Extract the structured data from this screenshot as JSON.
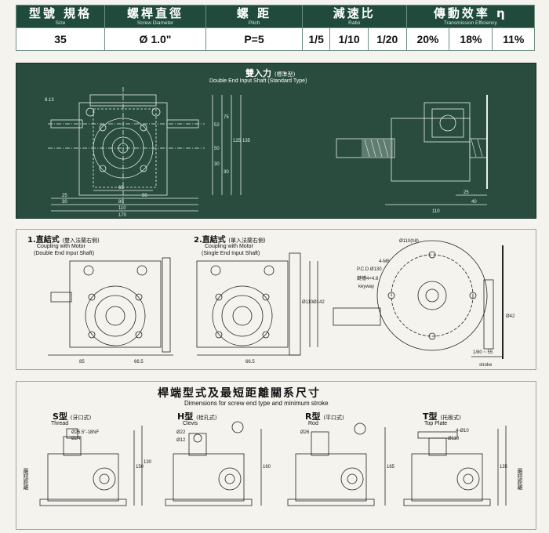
{
  "spec_table": {
    "headers": [
      {
        "zh": "型號 規格",
        "en": "Size",
        "span": 1
      },
      {
        "zh": "螺桿直徑",
        "en": "Screw Diameter",
        "span": 1
      },
      {
        "zh": "螺 距",
        "en": "Pitch",
        "span": 1
      },
      {
        "zh": "減速比",
        "en": "Ratio",
        "span": 3
      },
      {
        "zh": "傳動效率 η",
        "en": "Transmission Efficiency",
        "span": 3
      }
    ],
    "values": [
      "35",
      "Ø 1.0\"",
      "P=5",
      "1/5",
      "1/10",
      "1/20",
      "20%",
      "18%",
      "11%"
    ]
  },
  "double_input": {
    "title_zh": "雙入力",
    "title_zh_sub": "(標準型)",
    "title_en": "Double End Input Shaft (Standard Type)",
    "dims": {
      "front_bottom": [
        "25",
        "30",
        "80",
        "110",
        "170"
      ],
      "front_inner": [
        "66",
        "90"
      ],
      "front_right": [
        "52",
        "75",
        "125",
        "135",
        "30",
        "30",
        "50"
      ],
      "side_bottom": [
        "110",
        "25",
        "40"
      ],
      "label_ext": "8.13"
    }
  },
  "coupling_1": {
    "num": "1.",
    "title_zh": "直結式",
    "title_zh_sub": "(雙入法蘭右側)",
    "title_en_1": "Coupling with Motor",
    "title_en_2": "(Double End Input Shaft)",
    "dims": [
      "85",
      "66.5"
    ]
  },
  "coupling_2": {
    "num": "2.",
    "title_zh": "直結式",
    "title_zh_sub": "(單入法蘭右側)",
    "title_en_1": "Coupling with Motor",
    "title_en_2": "(Single End Input Shaft)",
    "dims": [
      "66.5",
      "Ø110",
      "Ø142"
    ]
  },
  "flange_view": {
    "labels": [
      "Ø110(h8)",
      "4-M6",
      "P.C.D Ø130",
      "鍵槽4×4.8",
      "keyway",
      "Ø42",
      "1/80 ~ 55",
      "stroke"
    ]
  },
  "screw_end": {
    "title_zh": "桿端型式及最短距離關系尺寸",
    "title_en": "Dimensions for screw end type and minimum stroke",
    "types": [
      {
        "letter": "S",
        "zh": "型",
        "sub": "(牙口式)",
        "en": "Thread",
        "dims": [
          "Ø25.5\"-18NF",
          "Ø24",
          "150",
          "130"
        ],
        "side": "最短距離"
      },
      {
        "letter": "H",
        "zh": "型",
        "sub": "(栓孔式)",
        "en": "Clevis",
        "dims": [
          "Ø22",
          "Ø12",
          "160"
        ]
      },
      {
        "letter": "R",
        "zh": "型",
        "sub": "(平口式)",
        "en": "Rod",
        "dims": [
          "Ø26",
          "165"
        ]
      },
      {
        "letter": "T",
        "zh": "型",
        "sub": "(托板式)",
        "en": "Top Plate",
        "dims": [
          "4-Ø10",
          "Ø110",
          "135"
        ],
        "side": "最短距離"
      }
    ]
  }
}
